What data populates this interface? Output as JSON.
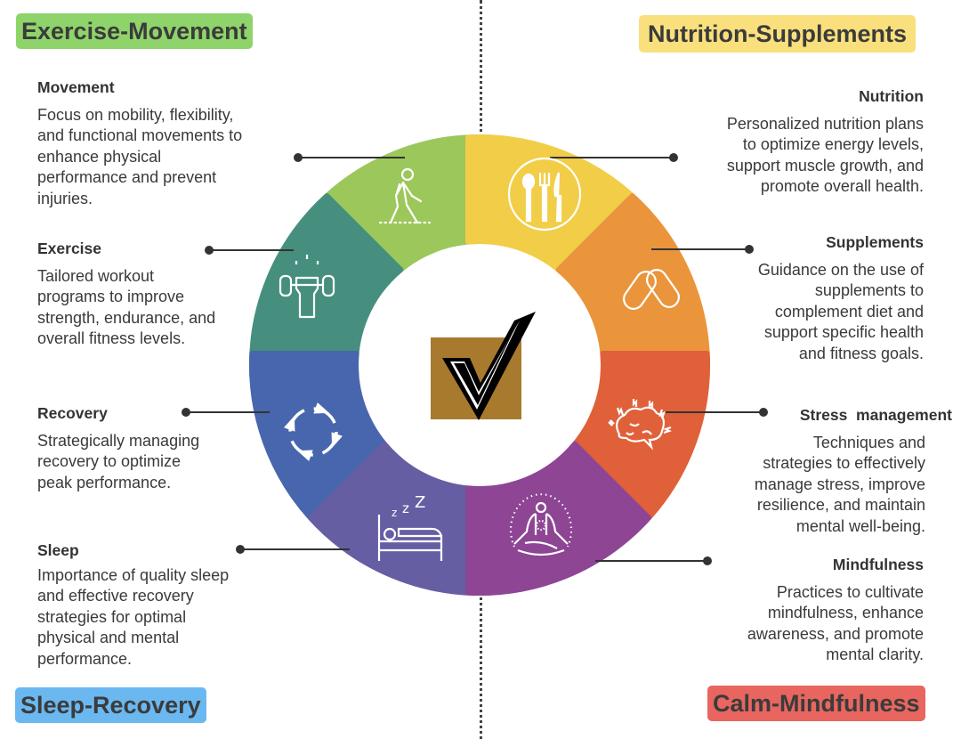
{
  "categories": {
    "top_left": {
      "label": "Exercise-Movement",
      "color": "#8fd46a"
    },
    "top_right": {
      "label": "Nutrition-Supplements",
      "color": "#f9e07c"
    },
    "bottom_left": {
      "label": "Sleep-Recovery",
      "color": "#6bb8f1"
    },
    "bottom_right": {
      "label": "Calm-Mindfulness",
      "color": "#e8665f"
    }
  },
  "items": [
    {
      "title": "Movement",
      "lines": [
        "Focus on mobility, flexibility,",
        "and functional movements to",
        "enhance physical",
        "performance and prevent",
        "injuries."
      ],
      "color": "#9cc75a",
      "icon": "walking-person-icon"
    },
    {
      "title": "Exercise",
      "lines": [
        "Tailored workout",
        "programs to improve",
        "strength, endurance, and",
        "overall fitness levels."
      ],
      "color": "#468f7f",
      "icon": "dumbbell-fist-icon"
    },
    {
      "title": "Recovery",
      "lines": [
        "Strategically managing",
        "recovery to optimize",
        "peak performance."
      ],
      "color": "#4766ad",
      "icon": "cycle-arrows-icon"
    },
    {
      "title": "Sleep",
      "lines": [
        "Importance of quality sleep",
        "and effective recovery",
        "strategies for optimal",
        "physical and mental",
        "performance."
      ],
      "color": "#655ea3",
      "icon": "bed-sleep-icon"
    },
    {
      "title": "Nutrition",
      "lines": [
        "Personalized nutrition plans",
        "to optimize energy levels,",
        "support muscle growth, and",
        "promote overall health."
      ],
      "color": "#f2cd47",
      "icon": "cutlery-plate-icon"
    },
    {
      "title": "Supplements",
      "lines": [
        "Guidance on the use of",
        "supplements to",
        "complement diet and",
        "support specific health",
        "and fitness goals."
      ],
      "color": "#ea953c",
      "icon": "pills-icon"
    },
    {
      "title": "Stress  management",
      "lines": [
        "Techniques and",
        "strategies to effectively",
        "manage stress, improve",
        "resilience, and maintain",
        "mental well-being."
      ],
      "color": "#e0603a",
      "icon": "stressed-brain-icon"
    },
    {
      "title": "Mindfulness",
      "lines": [
        "Practices to cultivate",
        "mindfulness, enhance",
        "awareness, and promote",
        "mental clarity."
      ],
      "color": "#8d4594",
      "icon": "meditation-icon"
    }
  ],
  "logo": {
    "bg": "#a87a2e",
    "icon": "checkmark-logo-icon"
  }
}
